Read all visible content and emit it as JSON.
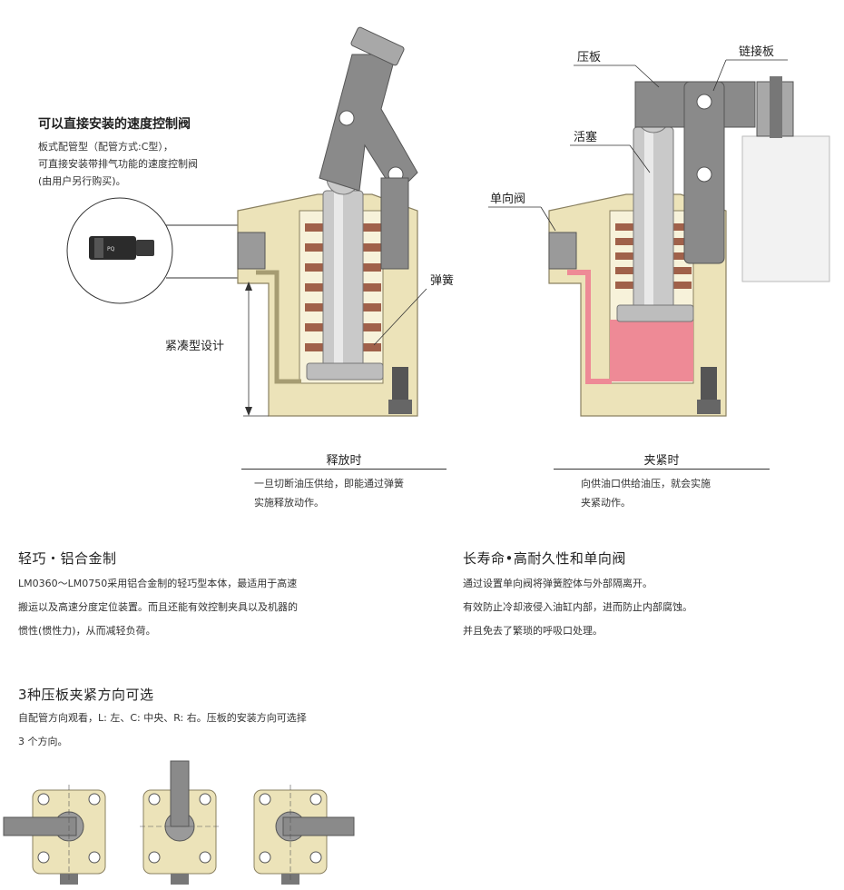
{
  "valve_callout": {
    "title": "可以直接安装的速度控制阀",
    "lines": [
      "板式配管型（配管方式:C型），",
      "可直接安装带排气功能的速度控制阀",
      "(由用户另行购买)。"
    ]
  },
  "labels": {
    "spring": "弹簧",
    "compact": "紧凑型设计",
    "clamp_plate": "压板",
    "link_plate": "链接板",
    "piston": "活塞",
    "check_valve": "单向阀"
  },
  "release": {
    "title": "释放时",
    "lines": [
      "一旦切断油压供给，即能通过弹簧",
      "实施释放动作。"
    ]
  },
  "clamp": {
    "title": "夹紧时",
    "lines": [
      "向供油口供给油压，就会实施",
      "夹紧动作。"
    ]
  },
  "features": {
    "light": {
      "title": "轻巧・铝合金制",
      "lines": [
        "LM0360～LM0750采用铝合金制的轻巧型本体，最适用于高速",
        "搬运以及高速分度定位装置。而且还能有效控制夹具以及机器的",
        "惯性(惯性力)，从而减轻负荷。"
      ]
    },
    "life": {
      "title": "长寿命•高耐久性和单向阀",
      "lines": [
        "通过设置单向阀将弹簧腔体与外部隔离开。",
        "有效防止冷却液侵入油缸内部，进而防止内部腐蚀。",
        "并且免去了繁琐的呼吸口处理。"
      ]
    },
    "directions": {
      "title": "3种压板夹紧方向可选",
      "lines": [
        "自配管方向观看，L: 左、C: 中央、R: 右。压板的安装方向可选择",
        "3 个方向。"
      ]
    }
  },
  "colors": {
    "body": "#ece3b9",
    "body_edge": "#8a8060",
    "steel": "#8a8a8a",
    "steel_light": "#c9c9c9",
    "spring": "#a0614a",
    "oil": "#ee8a96",
    "workpiece": "#f2f2f2"
  }
}
